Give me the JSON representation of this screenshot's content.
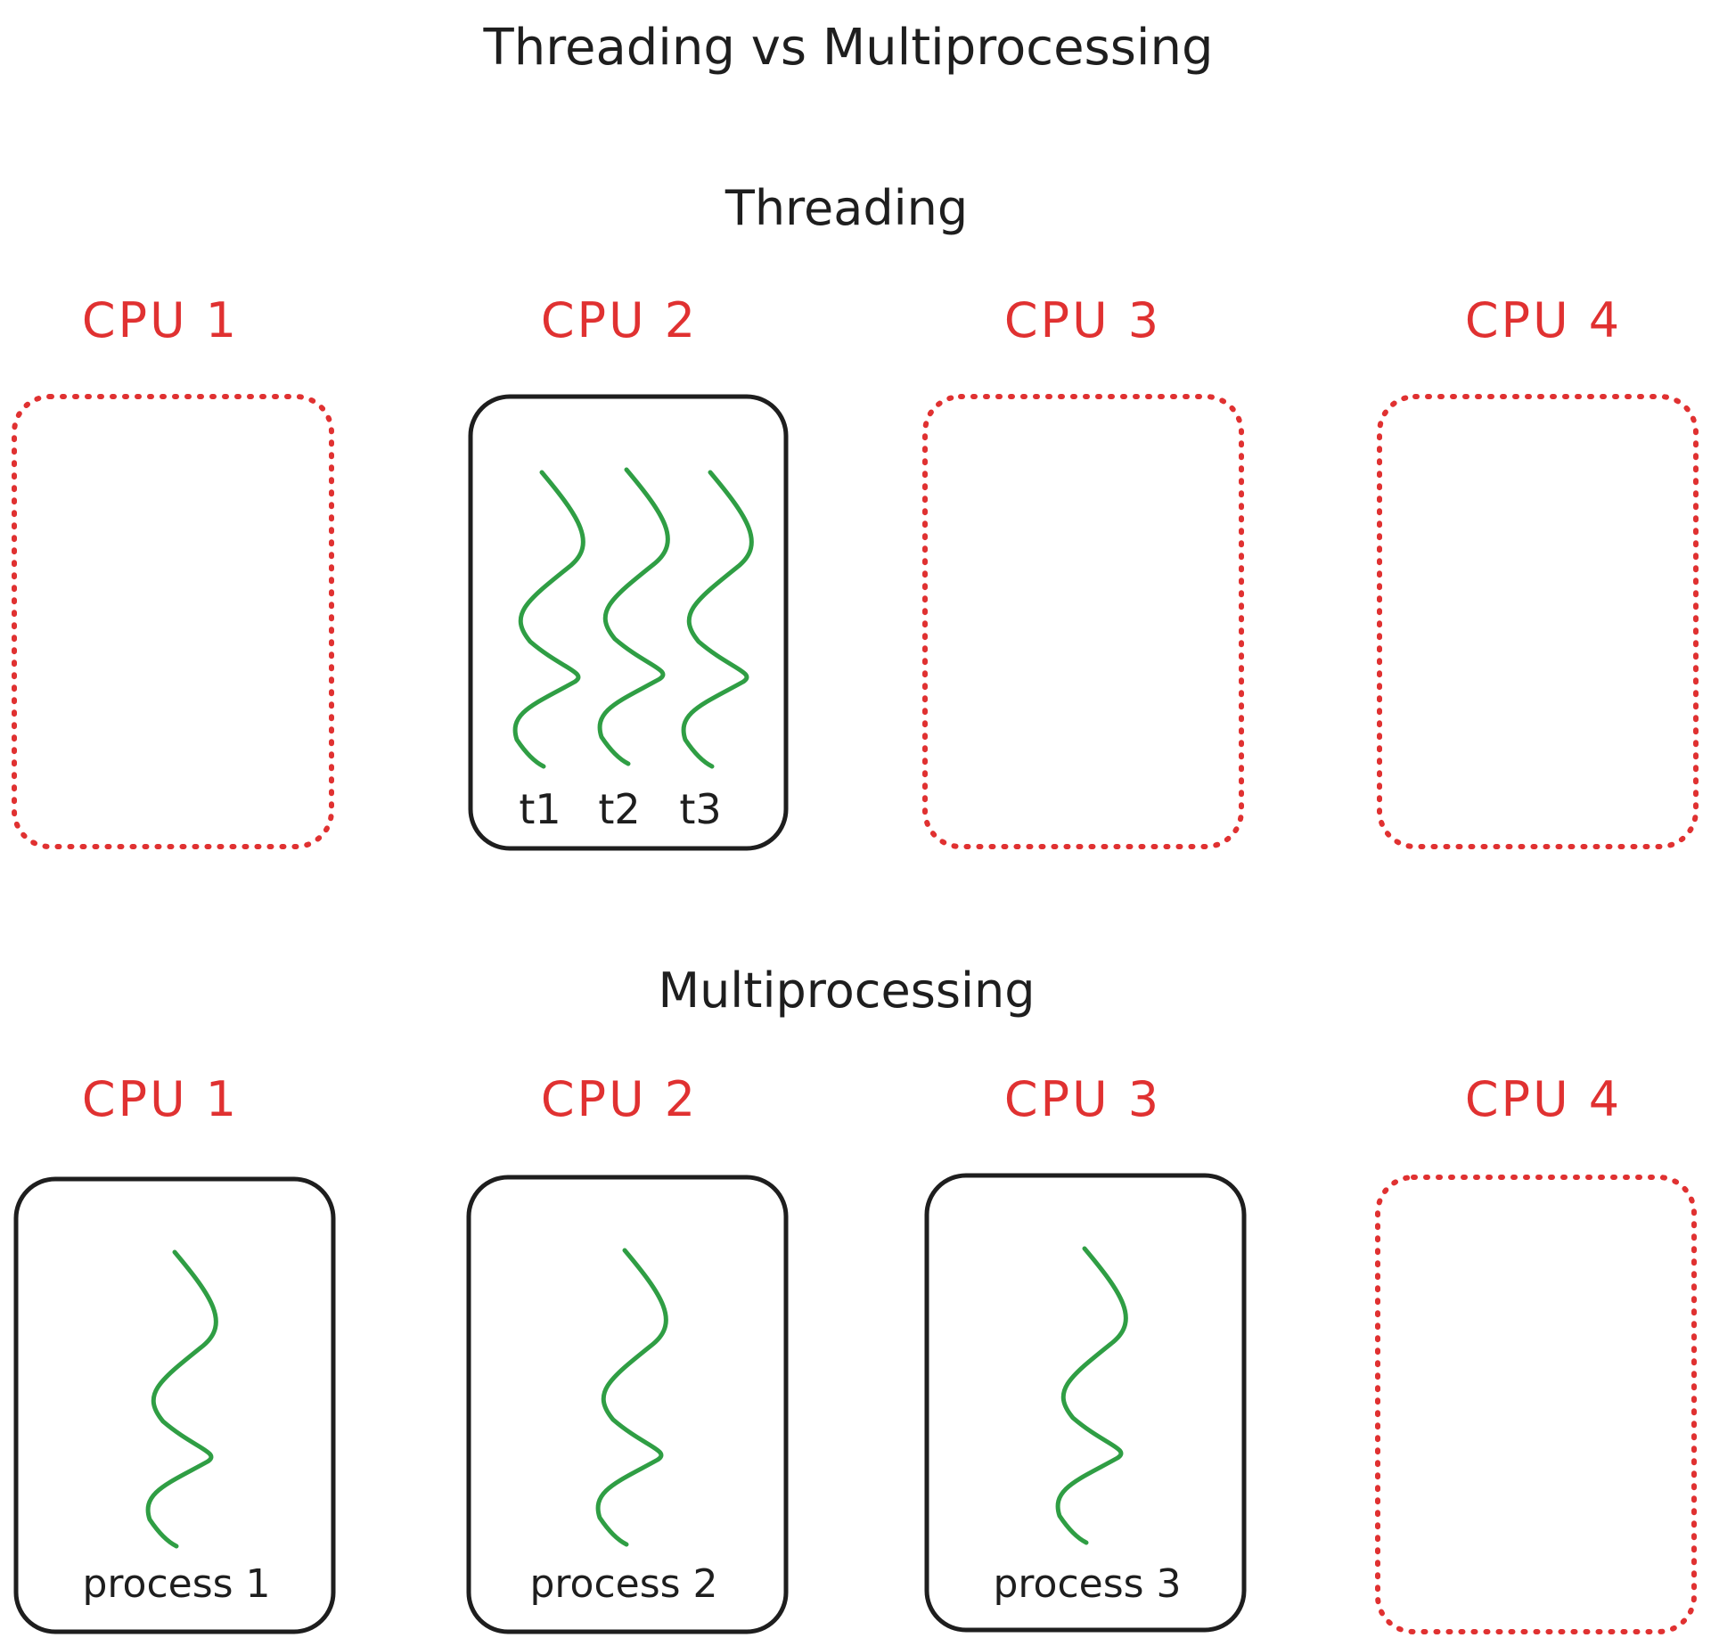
{
  "diagram": {
    "title": "Threading vs Multiprocessing",
    "sections": [
      {
        "id": "threading",
        "heading": "Threading",
        "cpus": [
          {
            "label": "CPU 1",
            "state": "idle",
            "threads": []
          },
          {
            "label": "CPU 2",
            "state": "active",
            "threads": [
              {
                "label": "t1"
              },
              {
                "label": "t2"
              },
              {
                "label": "t3"
              }
            ]
          },
          {
            "label": "CPU 3",
            "state": "idle",
            "threads": []
          },
          {
            "label": "CPU 4",
            "state": "idle",
            "threads": []
          }
        ]
      },
      {
        "id": "multiprocessing",
        "heading": "Multiprocessing",
        "cpus": [
          {
            "label": "CPU 1",
            "state": "active",
            "threads": [
              {
                "label": "process 1"
              }
            ]
          },
          {
            "label": "CPU 2",
            "state": "active",
            "threads": [
              {
                "label": "process 2"
              }
            ]
          },
          {
            "label": "CPU 3",
            "state": "active",
            "threads": [
              {
                "label": "process 3"
              }
            ]
          },
          {
            "label": "CPU 4",
            "state": "idle",
            "threads": []
          }
        ]
      }
    ],
    "colors": {
      "text": "#1e1e1e",
      "cpu_label": "#e03131",
      "idle_border": "#e03131",
      "active_border": "#1e1e1e",
      "thread": "#2f9e44"
    }
  }
}
